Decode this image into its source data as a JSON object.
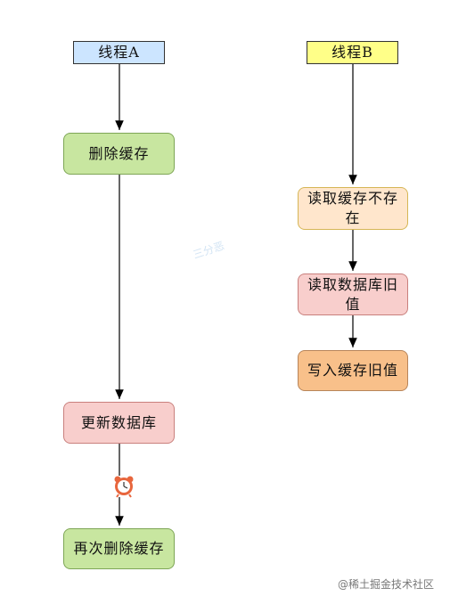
{
  "threadA": {
    "header": "线程A",
    "step1": "删除缓存",
    "step2": "更新数据库",
    "step3": "再次删除缓存"
  },
  "threadB": {
    "header": "线程B",
    "step1": "读取缓存不存在",
    "step2": "读取数据库旧值",
    "step3": "写入缓存旧值"
  },
  "colors": {
    "headerA": "#cce5ff",
    "headerB": "#ffff88",
    "green": "#c8e6a0",
    "orangeLight": "#ffe6cc",
    "pink": "#f8cecc",
    "orange": "#f8c08a",
    "timer": "#e8663d"
  },
  "icons": {
    "delay": "alarm-clock-icon",
    "watermark": "watermark-logo"
  },
  "watermark": "三分恶",
  "credit": "@稀土掘金技术社区"
}
